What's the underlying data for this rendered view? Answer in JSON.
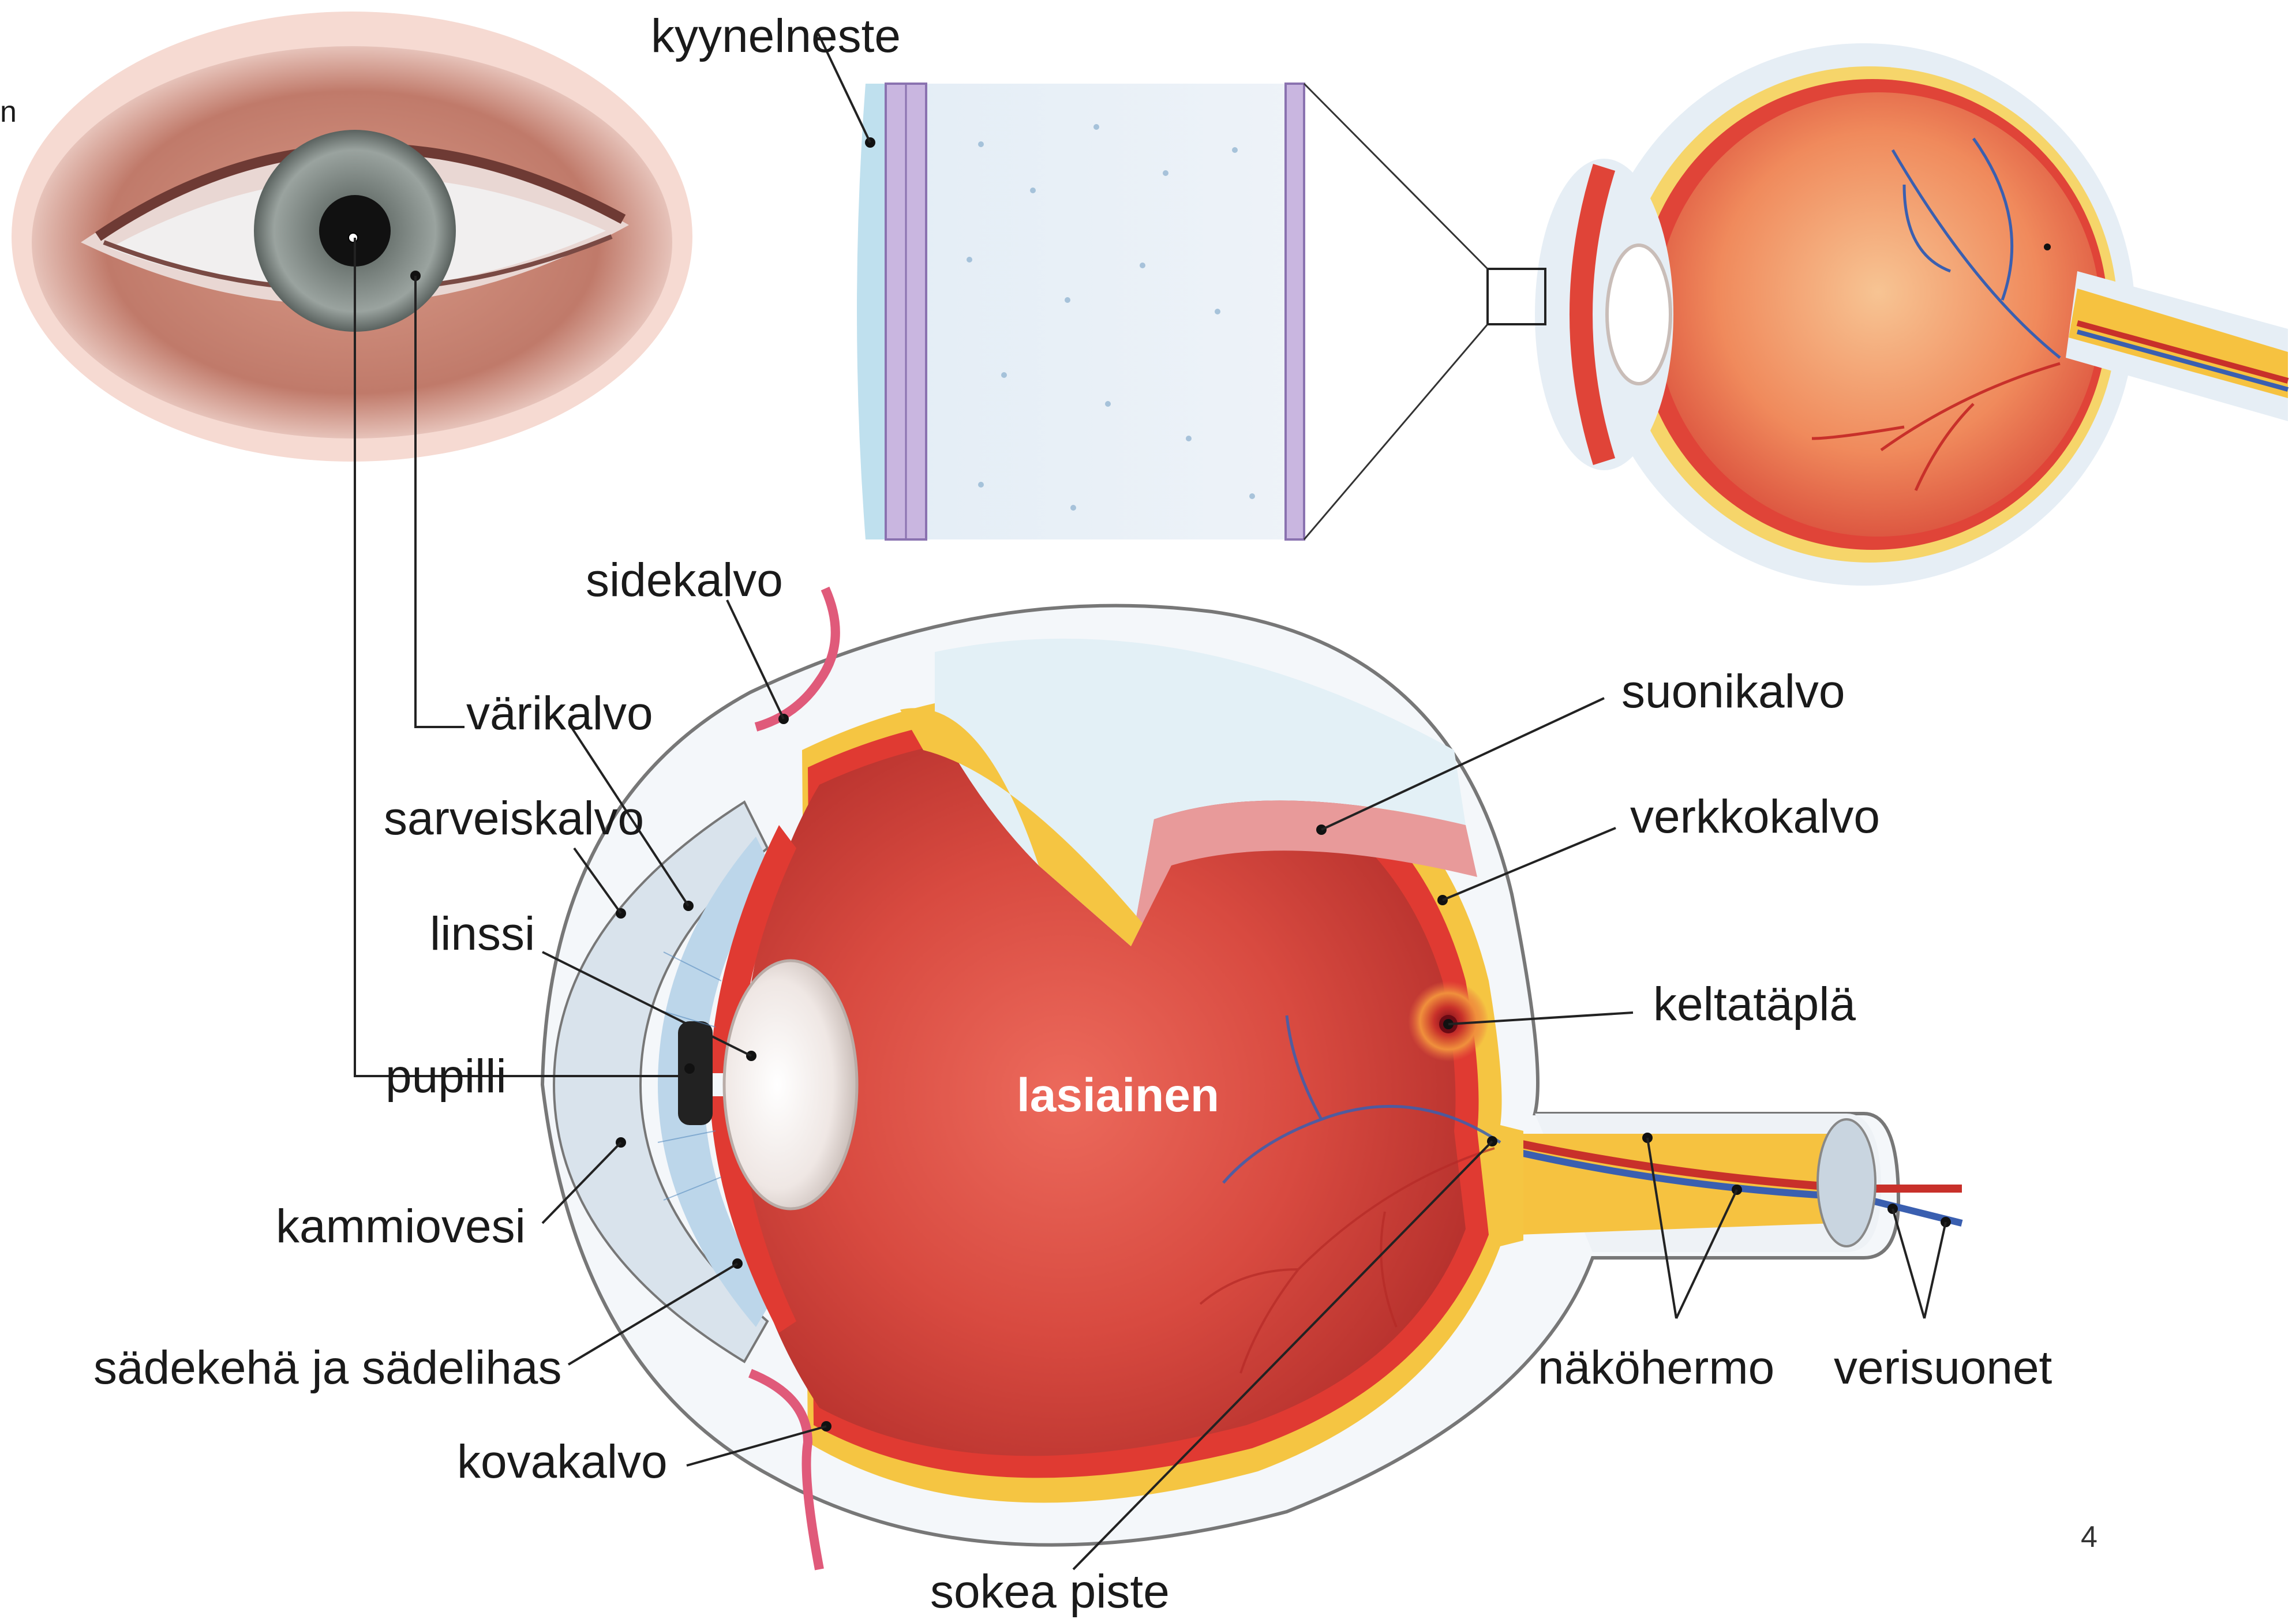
{
  "labels": {
    "kyynelneste": "kyynelneste",
    "sidekalvo": "sidekalvo",
    "varikalvo": "värikalvo",
    "sarveiskalvo": "sarveiskalvo",
    "linssi": "linssi",
    "pupilli": "pupilli",
    "kammiovesi": "kammiovesi",
    "sadekeha": "sädekehä ja sädelihas",
    "kovakalvo": "kovakalvo",
    "sokea_piste": "sokea piste",
    "lasiainen": "lasiainen",
    "suonikalvo": "suonikalvo",
    "verkkokalvo": "verkkokalvo",
    "keltatapla": "keltatäplä",
    "nakohermo": "näköhermo",
    "verisuonet": "verisuonet"
  },
  "edge_text": "n",
  "page_number": "4",
  "colors": {
    "retina_red": "#d8463c",
    "choroid_red": "#e03a32",
    "retina_yellow": "#f5c542",
    "sclera": "#f4f7fa",
    "vein_blue": "#3a5fb0",
    "ciliary_pink": "#e05a7a",
    "iris_gray": "#8a9490",
    "lens": "#f3f0ee",
    "cell_purple": "#b9a6d6"
  }
}
